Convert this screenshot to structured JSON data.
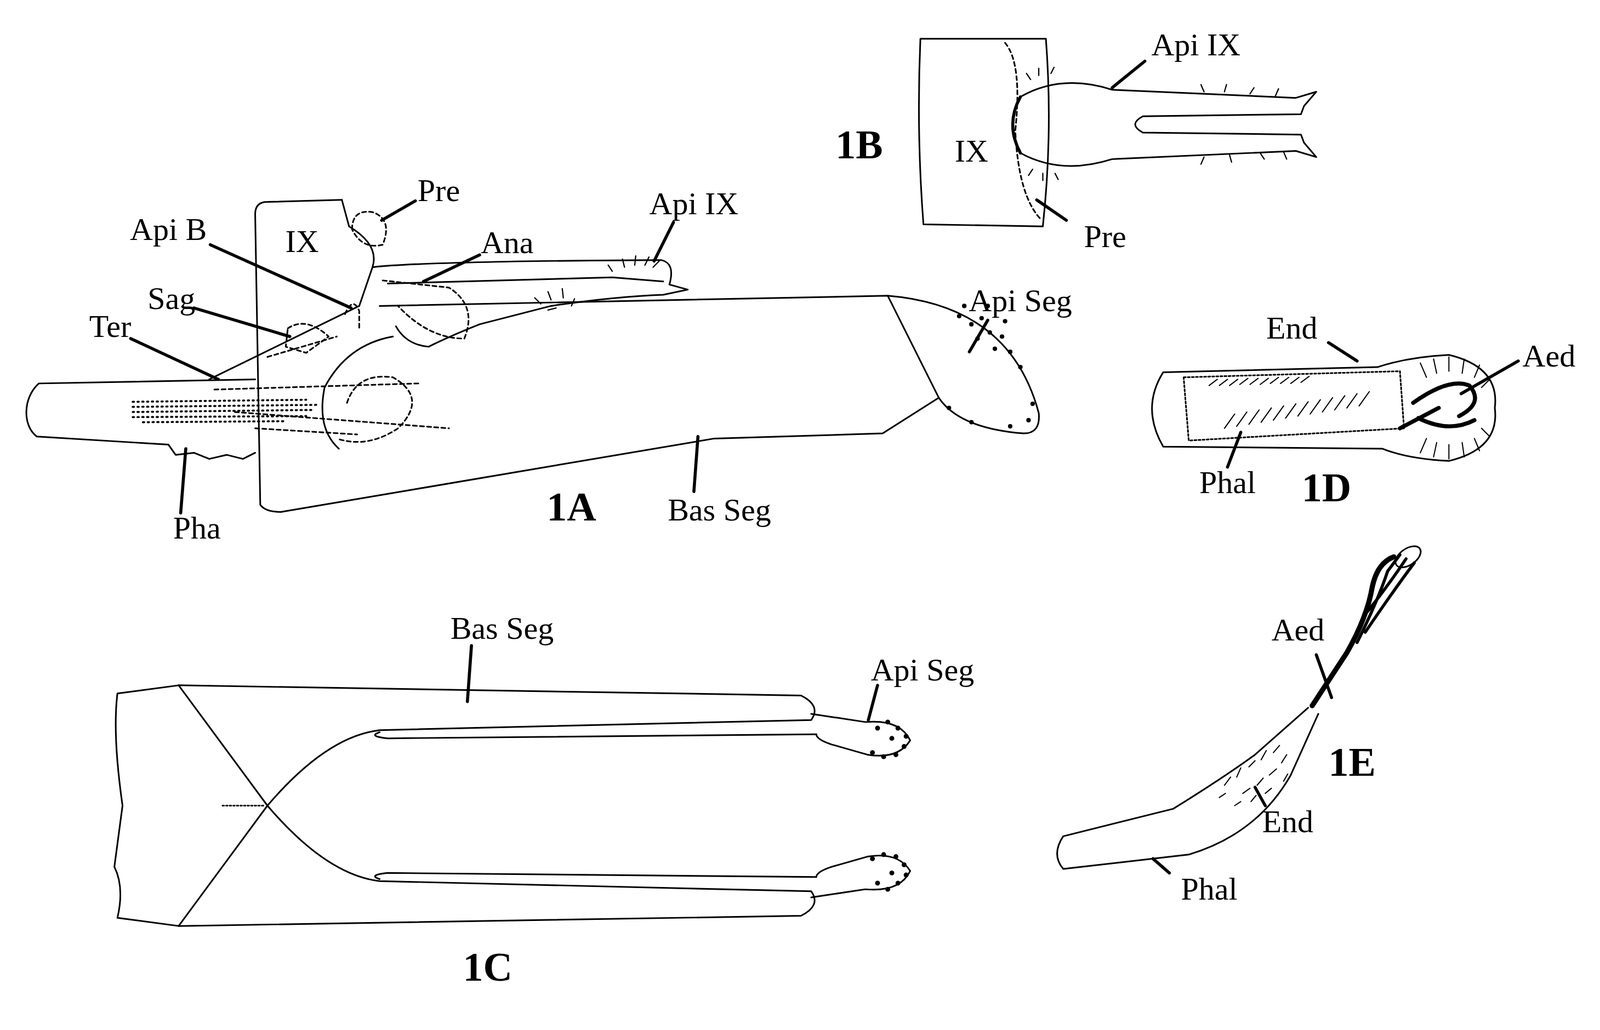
{
  "diagram": {
    "labels": [
      "Pre",
      "Api IX",
      "Api B",
      "IX",
      "Ana",
      "Sag",
      "Ter",
      "Api Seg",
      "Pha",
      "1A",
      "Bas Seg",
      "Api IX",
      "1B",
      "IX",
      "Pre",
      "End",
      "Aed",
      "Phal",
      "1D",
      "Bas Seg",
      "Api Seg",
      "Aed",
      "End",
      "Phal",
      "1C",
      "1E"
    ]
  }
}
